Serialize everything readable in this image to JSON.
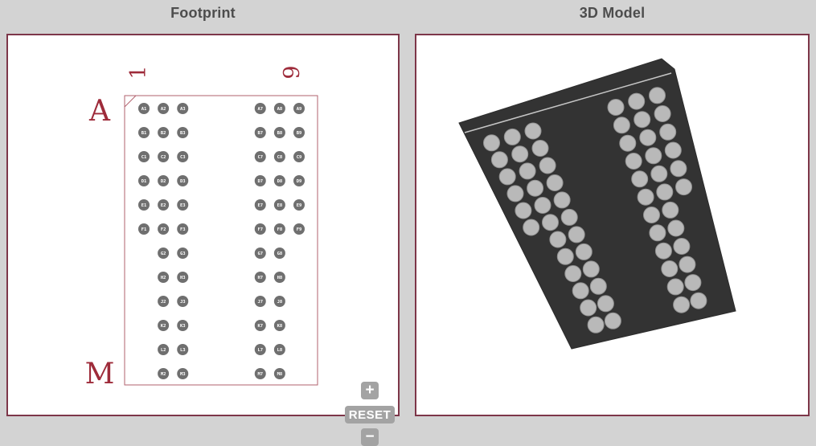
{
  "panels": {
    "footprint": {
      "title": "Footprint"
    },
    "model3d": {
      "title": "3D Model"
    }
  },
  "footprint": {
    "row_start_label": "A",
    "row_end_label": "M",
    "col_start_label": "1",
    "col_end_label": "9",
    "rows": [
      {
        "label": "A",
        "pads": [
          "A1",
          "A2",
          "A3",
          "A7",
          "A8",
          "A9"
        ]
      },
      {
        "label": "B",
        "pads": [
          "B1",
          "B2",
          "B3",
          "B7",
          "B8",
          "B9"
        ]
      },
      {
        "label": "C",
        "pads": [
          "C1",
          "C2",
          "C3",
          "C7",
          "C8",
          "C9"
        ]
      },
      {
        "label": "D",
        "pads": [
          "D1",
          "D2",
          "D3",
          "D7",
          "D8",
          "D9"
        ]
      },
      {
        "label": "E",
        "pads": [
          "E1",
          "E2",
          "E3",
          "E7",
          "E8",
          "E9"
        ]
      },
      {
        "label": "F",
        "pads": [
          "F1",
          "F2",
          "F3",
          "F7",
          "F8",
          "F9"
        ]
      },
      {
        "label": "G",
        "pads": [
          "G2",
          "G3",
          "G7",
          "G8"
        ]
      },
      {
        "label": "H",
        "pads": [
          "H2",
          "H3",
          "H7",
          "H8"
        ]
      },
      {
        "label": "J",
        "pads": [
          "J2",
          "J3",
          "J7",
          "J8"
        ]
      },
      {
        "label": "K",
        "pads": [
          "K2",
          "K3",
          "K7",
          "K8"
        ]
      },
      {
        "label": "L",
        "pads": [
          "L2",
          "L3",
          "L7",
          "L8"
        ]
      },
      {
        "label": "M",
        "pads": [
          "M2",
          "M3",
          "M7",
          "M8"
        ]
      }
    ],
    "colors": {
      "outline": "#b2626e",
      "axis_label": "#9e2b3a",
      "pad": "#6f6f6f",
      "pad_text": "#ffffff"
    }
  },
  "controls": {
    "zoom_in": "+",
    "reset": "RESET",
    "zoom_out": "−"
  },
  "model3d": {
    "colors": {
      "body": "#333333",
      "bevel_line": "#c6c6c6",
      "ball": "#b9b9b9",
      "ball_edge": "#939393"
    }
  },
  "theme": {
    "page_background": "#d3d3d3",
    "panel_background": "#ffffff",
    "panel_border": "#7d3649",
    "title_color": "#4d4d4d",
    "button_background": "#a3a3a3",
    "button_text": "#ffffff"
  }
}
